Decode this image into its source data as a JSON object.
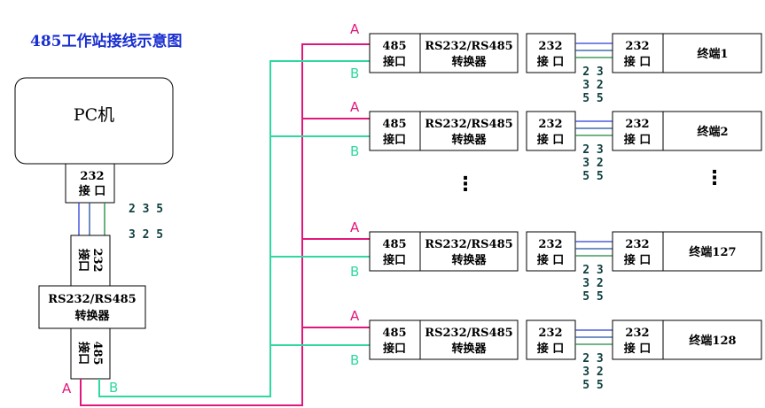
{
  "title": "485工作站接线示意图",
  "pc": {
    "label": "PC机",
    "port_232": [
      "232",
      "接 口"
    ],
    "pin_row_1": "2 3 5",
    "pin_row_2": "3 2 5",
    "converter_232_port": [
      "232",
      "接口"
    ],
    "converter": [
      "RS232/RS485",
      "转换器"
    ],
    "port_485": [
      "485",
      "接口"
    ],
    "line_a_label": "A",
    "line_b_label": "B"
  },
  "stations": [
    {
      "a_label": "A",
      "b_label": "B",
      "port_485": [
        "485",
        "接口"
      ],
      "converter": [
        "RS232/RS485",
        "转换器"
      ],
      "port_232": [
        "232",
        "接 口"
      ],
      "terminal_port": [
        "232",
        "接 口"
      ],
      "terminal": "终端1",
      "pins_row_1": "2 3",
      "pins_row_2": "3 2",
      "pins_row_3": "5 5"
    },
    {
      "a_label": "A",
      "b_label": "B",
      "port_485": [
        "485",
        "接口"
      ],
      "converter": [
        "RS232/RS485",
        "转换器"
      ],
      "port_232": [
        "232",
        "接 口"
      ],
      "terminal_port": [
        "232",
        "接 口"
      ],
      "terminal": "终端2",
      "pins_row_1": "2 3",
      "pins_row_2": "3 2",
      "pins_row_3": "5 5"
    },
    {
      "a_label": "A",
      "b_label": "B",
      "port_485": [
        "485",
        "接口"
      ],
      "converter": [
        "RS232/RS485",
        "转换器"
      ],
      "port_232": [
        "232",
        "接 口"
      ],
      "terminal_port": [
        "232",
        "接 口"
      ],
      "terminal": "终端127",
      "pins_row_1": "2 3",
      "pins_row_2": "3 2",
      "pins_row_3": "5 5"
    },
    {
      "a_label": "A",
      "b_label": "B",
      "port_485": [
        "485",
        "接口"
      ],
      "converter": [
        "RS232/RS485",
        "转换器"
      ],
      "port_232": [
        "232",
        "接 口"
      ],
      "terminal_port": [
        "232",
        "接 口"
      ],
      "terminal": "终端128",
      "pins_row_1": "2 3",
      "pins_row_2": "3 2",
      "pins_row_3": "5 5"
    }
  ],
  "ellipsis": "⋮",
  "colors": {
    "line_a": "#e0187a",
    "line_b": "#2fd8a0",
    "title": "#1a2fd0",
    "wire_blue": "#2a3fd8",
    "wire_green": "#1a8a3a",
    "wire_dark": "#1f4fa0"
  }
}
